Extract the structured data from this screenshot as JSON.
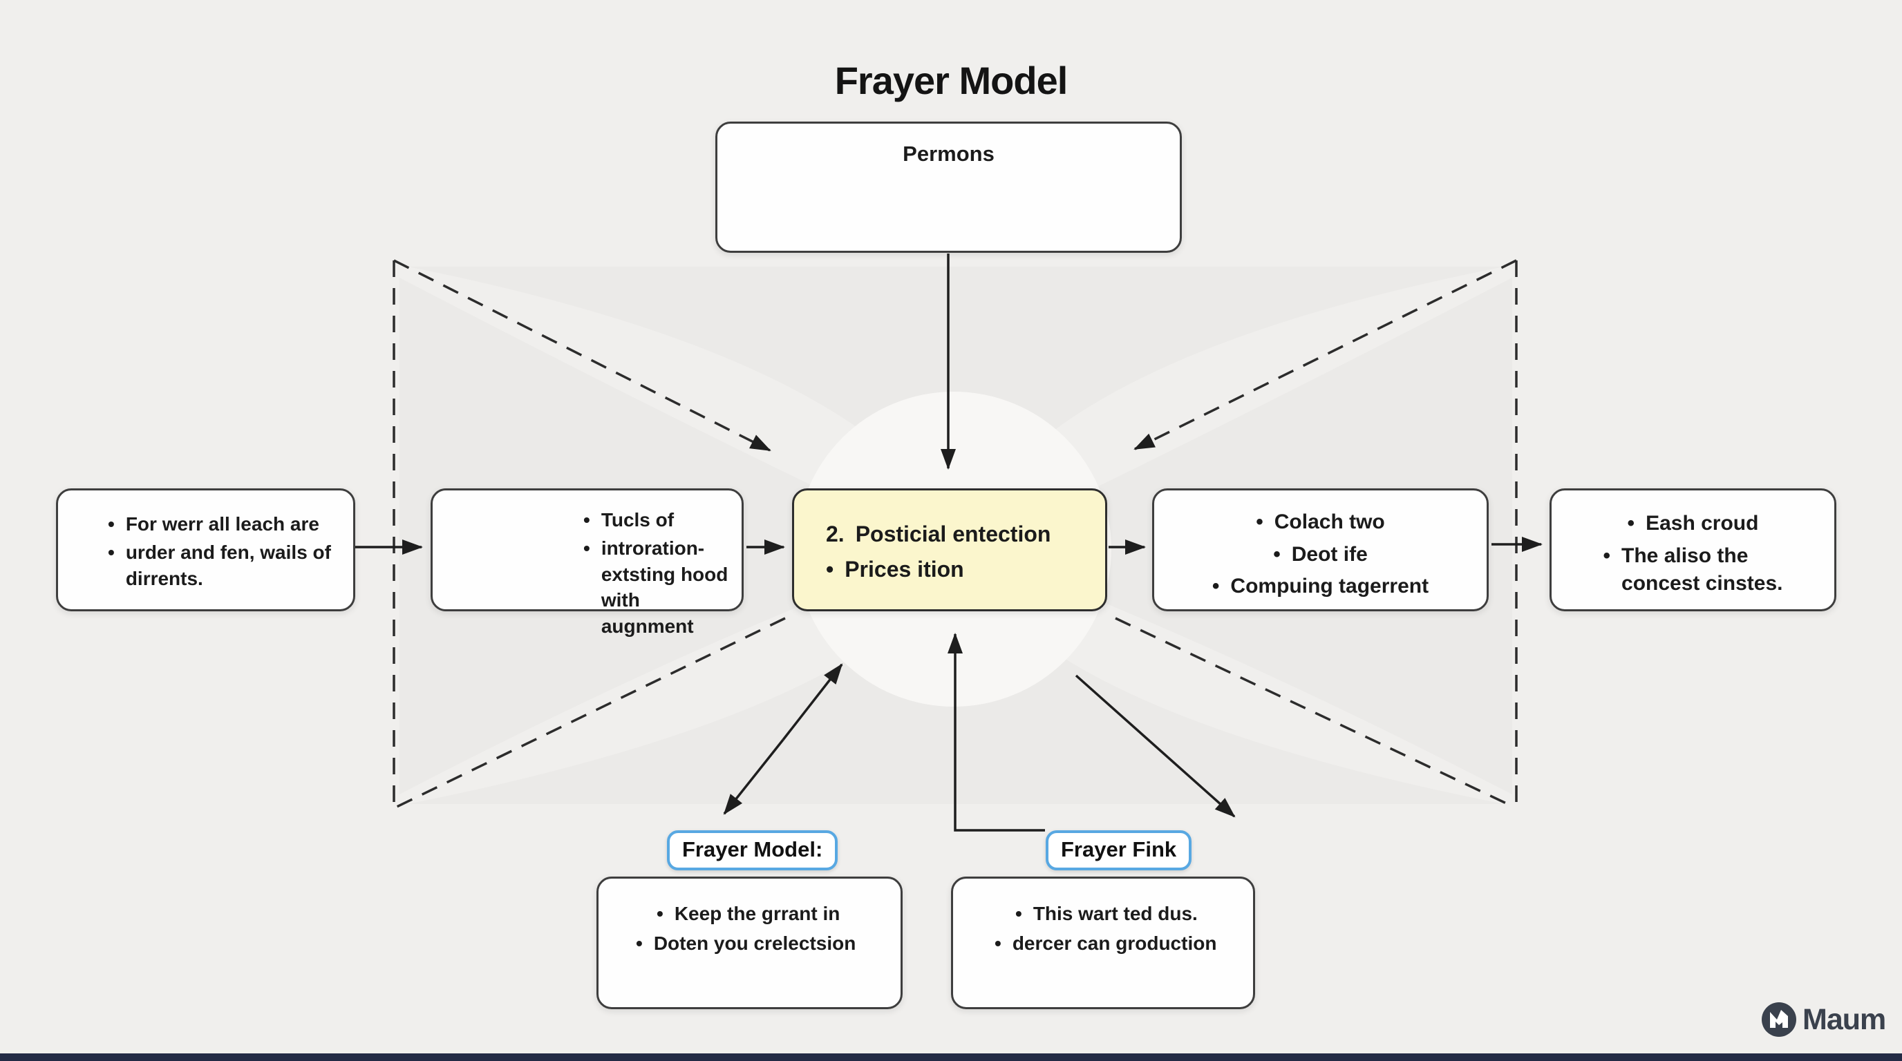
{
  "title": "Frayer Model",
  "colors": {
    "background": "#f0efed",
    "center_box_fill": "#fbf6cd",
    "pill_border": "#58a8e2",
    "line": "#1e1e1e",
    "logo": "#3a414d",
    "bottom_bar": "#232b45"
  },
  "top_box": {
    "text": "Permons"
  },
  "row_boxes": {
    "box1": {
      "items": [
        {
          "m": "•",
          "t": "For werr all leach are"
        },
        {
          "m": "•",
          "t": "urder and fen, wails of\ndirrents."
        }
      ]
    },
    "box2": {
      "items": [
        {
          "m": "•",
          "t": "Tucls of"
        },
        {
          "m": "•",
          "t": "introration-\nextsting hood\nwith augnment"
        }
      ]
    },
    "center": {
      "items": [
        {
          "m": "2.",
          "t": "Posticial entection"
        },
        {
          "m": "•",
          "t": "Prices ition"
        }
      ]
    },
    "box4": {
      "items": [
        {
          "m": "•",
          "t": "Colach two"
        },
        {
          "m": "•",
          "t": "Deot ife"
        },
        {
          "m": "•",
          "t": "Compuing tagerrent"
        }
      ]
    },
    "box5": {
      "items": [
        {
          "m": "•",
          "t": "Eash croud"
        },
        {
          "m": "•",
          "t": "The aliso the\nconcest cinstes."
        }
      ]
    }
  },
  "labels": {
    "left_pill": "Frayer Model:",
    "right_pill": "Frayer Fink"
  },
  "bottom_boxes": {
    "left": {
      "items": [
        {
          "m": "•",
          "t": "Keep the grrant in"
        },
        {
          "m": "•",
          "t": "Doten you crelectsion"
        }
      ]
    },
    "right": {
      "items": [
        {
          "m": "•",
          "t": "This wart ted dus."
        },
        {
          "m": "•",
          "t": "dercer can groduction"
        }
      ]
    }
  },
  "logo": {
    "text": "Maum"
  }
}
